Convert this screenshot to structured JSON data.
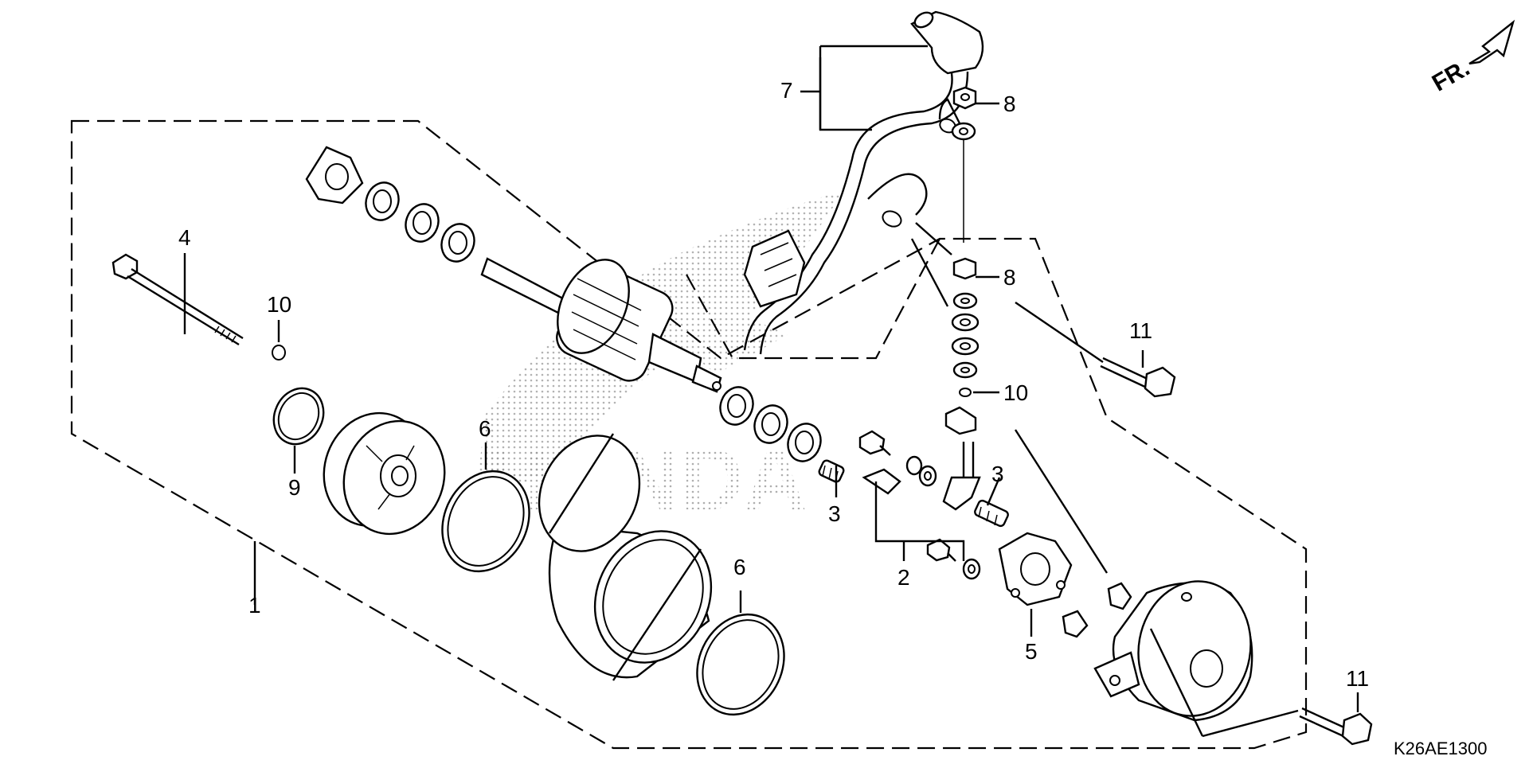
{
  "diagram": {
    "code": "K26AE1300",
    "direction_label": "FR.",
    "watermark_text": "HONDA",
    "callouts": {
      "c1": "1",
      "c2": "2",
      "c3a": "3",
      "c3b": "3",
      "c4": "4",
      "c5": "5",
      "c6a": "6",
      "c6b": "6",
      "c7": "7",
      "c8a": "8",
      "c8b": "8",
      "c9": "9",
      "c10a": "10",
      "c10b": "10",
      "c11a": "11",
      "c11b": "11"
    }
  }
}
